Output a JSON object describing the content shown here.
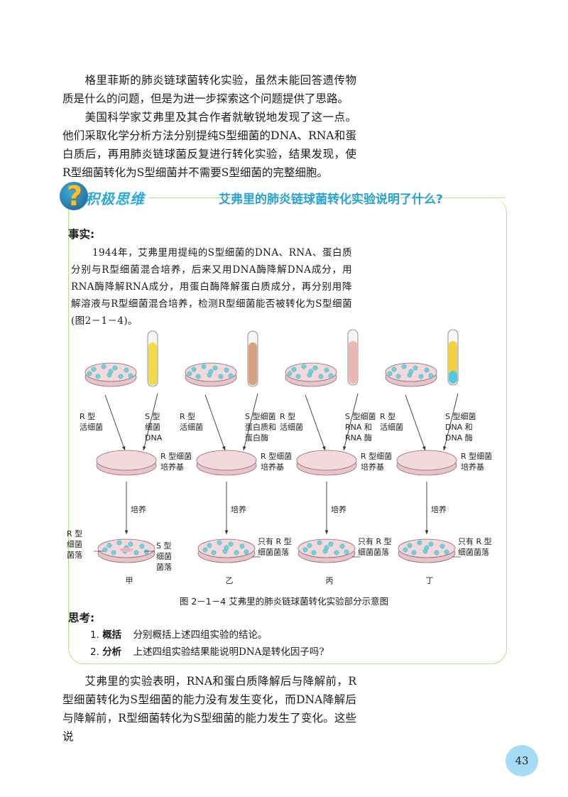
{
  "intro_paragraphs": [
    "格里菲斯的肺炎链球菌转化实验，虽然未能回答遗传物质是什么的问题，但是为进一步探索这个问题提供了思路。",
    "美国科学家艾弗里及其合作者就敏锐地发现了这一点。他们采取化学分析方法分别提纯S型细菌的DNA、RNA和蛋白质后，再用肺炎链球菌反复进行转化实验，结果发现，使R型细菌转化为S型细菌并不需要S型细菌的完整细胞。"
  ],
  "box": {
    "badge_symbol": "?",
    "badge_label": "积极思维",
    "question": "艾弗里的肺炎链球菌转化实验说明了什么?",
    "fact_label": "事实:",
    "fact_text": "1944年，艾弗里用提纯的S型细菌的DNA、RNA、蛋白质分别与R型细菌混合培养，后来又用DNA酶降解DNA成分，用RNA酶降解RNA成分，用蛋白酶降解蛋白质成分，再分别用降解溶液与R型细菌混合培养，检测R型细菌能否被转化为S型细菌(图2－1－4)。",
    "think_label": "思考:",
    "think_items": [
      {
        "num": "1.",
        "keyword": "概括",
        "text": "分别概括上述四组实验的结论。"
      },
      {
        "num": "2.",
        "keyword": "分析",
        "text": "上述四组实验结果能说明DNA是转化因子吗?"
      }
    ]
  },
  "diagram": {
    "groups": [
      {
        "r_label": "R 型\n活细菌",
        "s_label": "S 型\n细菌\nDNA",
        "medium": "R 型细菌\n培养基",
        "culture": "培养",
        "result": "",
        "name": "甲"
      },
      {
        "r_label": "R 型\n活细菌",
        "s_label": "S 型细菌\n蛋白质和\n蛋白酶",
        "medium": "R 型细菌\n培养基",
        "culture": "培养",
        "result": "只有 R 型\n细菌菌落",
        "name": "乙"
      },
      {
        "r_label": "R 型\n活细菌",
        "s_label": "S 型细菌\nRNA 和\nRNA 酶",
        "medium": "R 型细菌\n培养基",
        "culture": "培养",
        "result": "只有 R 型\n细菌菌落",
        "name": "丙"
      },
      {
        "r_label": "R 型\n活细菌",
        "s_label": "S 型细菌\nDNA 和\nDNA 酶",
        "medium": "R 型细菌\n培养基",
        "culture": "培养",
        "result": "只有 R 型\n细菌菌落",
        "name": "丁"
      }
    ],
    "group1_left_label": "R 型\n细菌\n菌落",
    "group1_right_label": "S 型\n细菌\n菌落",
    "tube_colors": [
      "#f5d94a",
      "#d9a07f",
      "#e8b9b0",
      "#f2d23c"
    ],
    "tube_bottom_colors": [
      "#f5d94a",
      "#d9a07f",
      "#e8b9b0",
      "#55c7e0"
    ],
    "dish_fill": "#f1d9de",
    "colony_color": "#6fd2d8",
    "caption": "图 2－1－4   艾弗里的肺炎链球菌转化实验部分示意图"
  },
  "closing_paragraph": "艾弗里的实验表明，RNA和蛋白质降解后与降解前，R型细菌转化为S型细菌的能力没有发生变化，而DNA降解后与降解前，R型细菌转化为S型细菌的能力发生了变化。这些说",
  "page_number": "43",
  "colors": {
    "accent_green": "#b9df8a",
    "accent_blue": "#2aa3d4",
    "page_num_bg": "#a4dcf6"
  }
}
